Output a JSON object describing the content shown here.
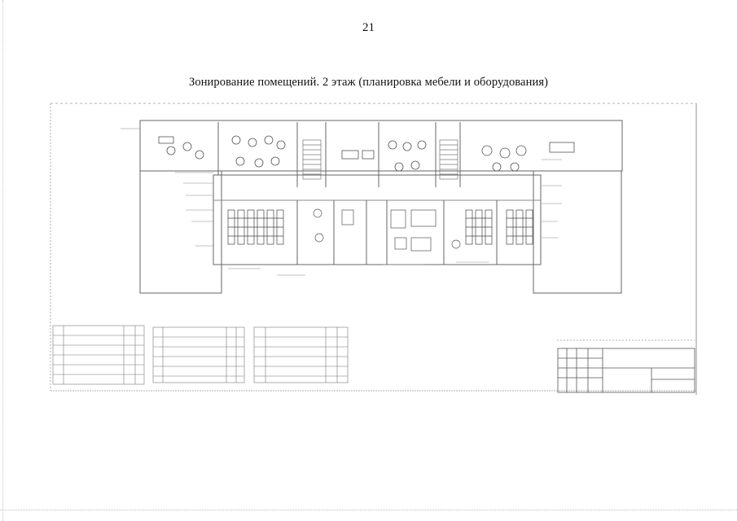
{
  "page": {
    "number": "21",
    "caption": "Зонирование помещений. 2 этаж (планировка мебели и оборудования)"
  },
  "drawing": {
    "description_icon": "floor-plan-drawing",
    "line_color": "#6a6a6a",
    "frame_color": "#8a8a8a"
  }
}
